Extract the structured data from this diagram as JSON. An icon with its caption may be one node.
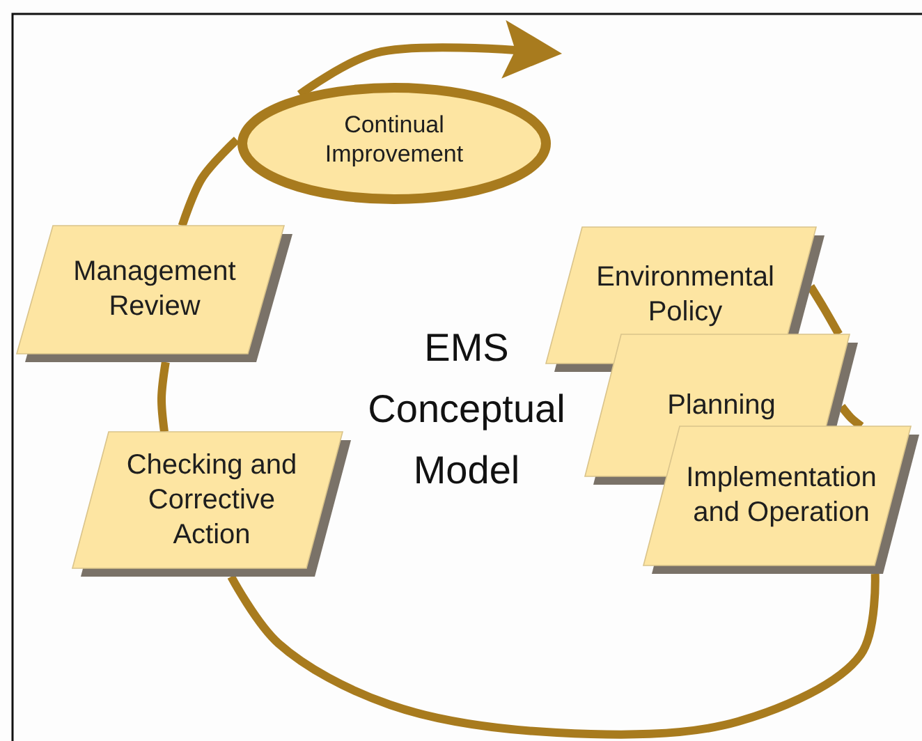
{
  "diagram": {
    "nodes": [
      {
        "text": [
          "Continual Improvement"
        ]
      },
      {
        "text": [
          "Management Review"
        ]
      },
      {
        "text": [
          "Environmental Policy"
        ]
      },
      {
        "text": [
          "Planning"
        ]
      },
      {
        "text": [
          "Checking and Corrective Action"
        ]
      },
      {
        "text": [
          "Implementation and Operation"
        ]
      }
    ],
    "edges": [
      {
        "from": 2,
        "to": 3,
        "arrow": "none"
      },
      {
        "from": 3,
        "to": 5,
        "arrow": "none"
      },
      {
        "from": 5,
        "to": 4,
        "arrow": "none"
      },
      {
        "from": 4,
        "to": 1,
        "arrow": "none"
      },
      {
        "from": 1,
        "to": 0,
        "arrow": "none"
      },
      {
        "from": 0,
        "to": null,
        "arrow": "to"
      }
    ],
    "labels": [
      "EMS Conceptual Model"
    ]
  }
}
